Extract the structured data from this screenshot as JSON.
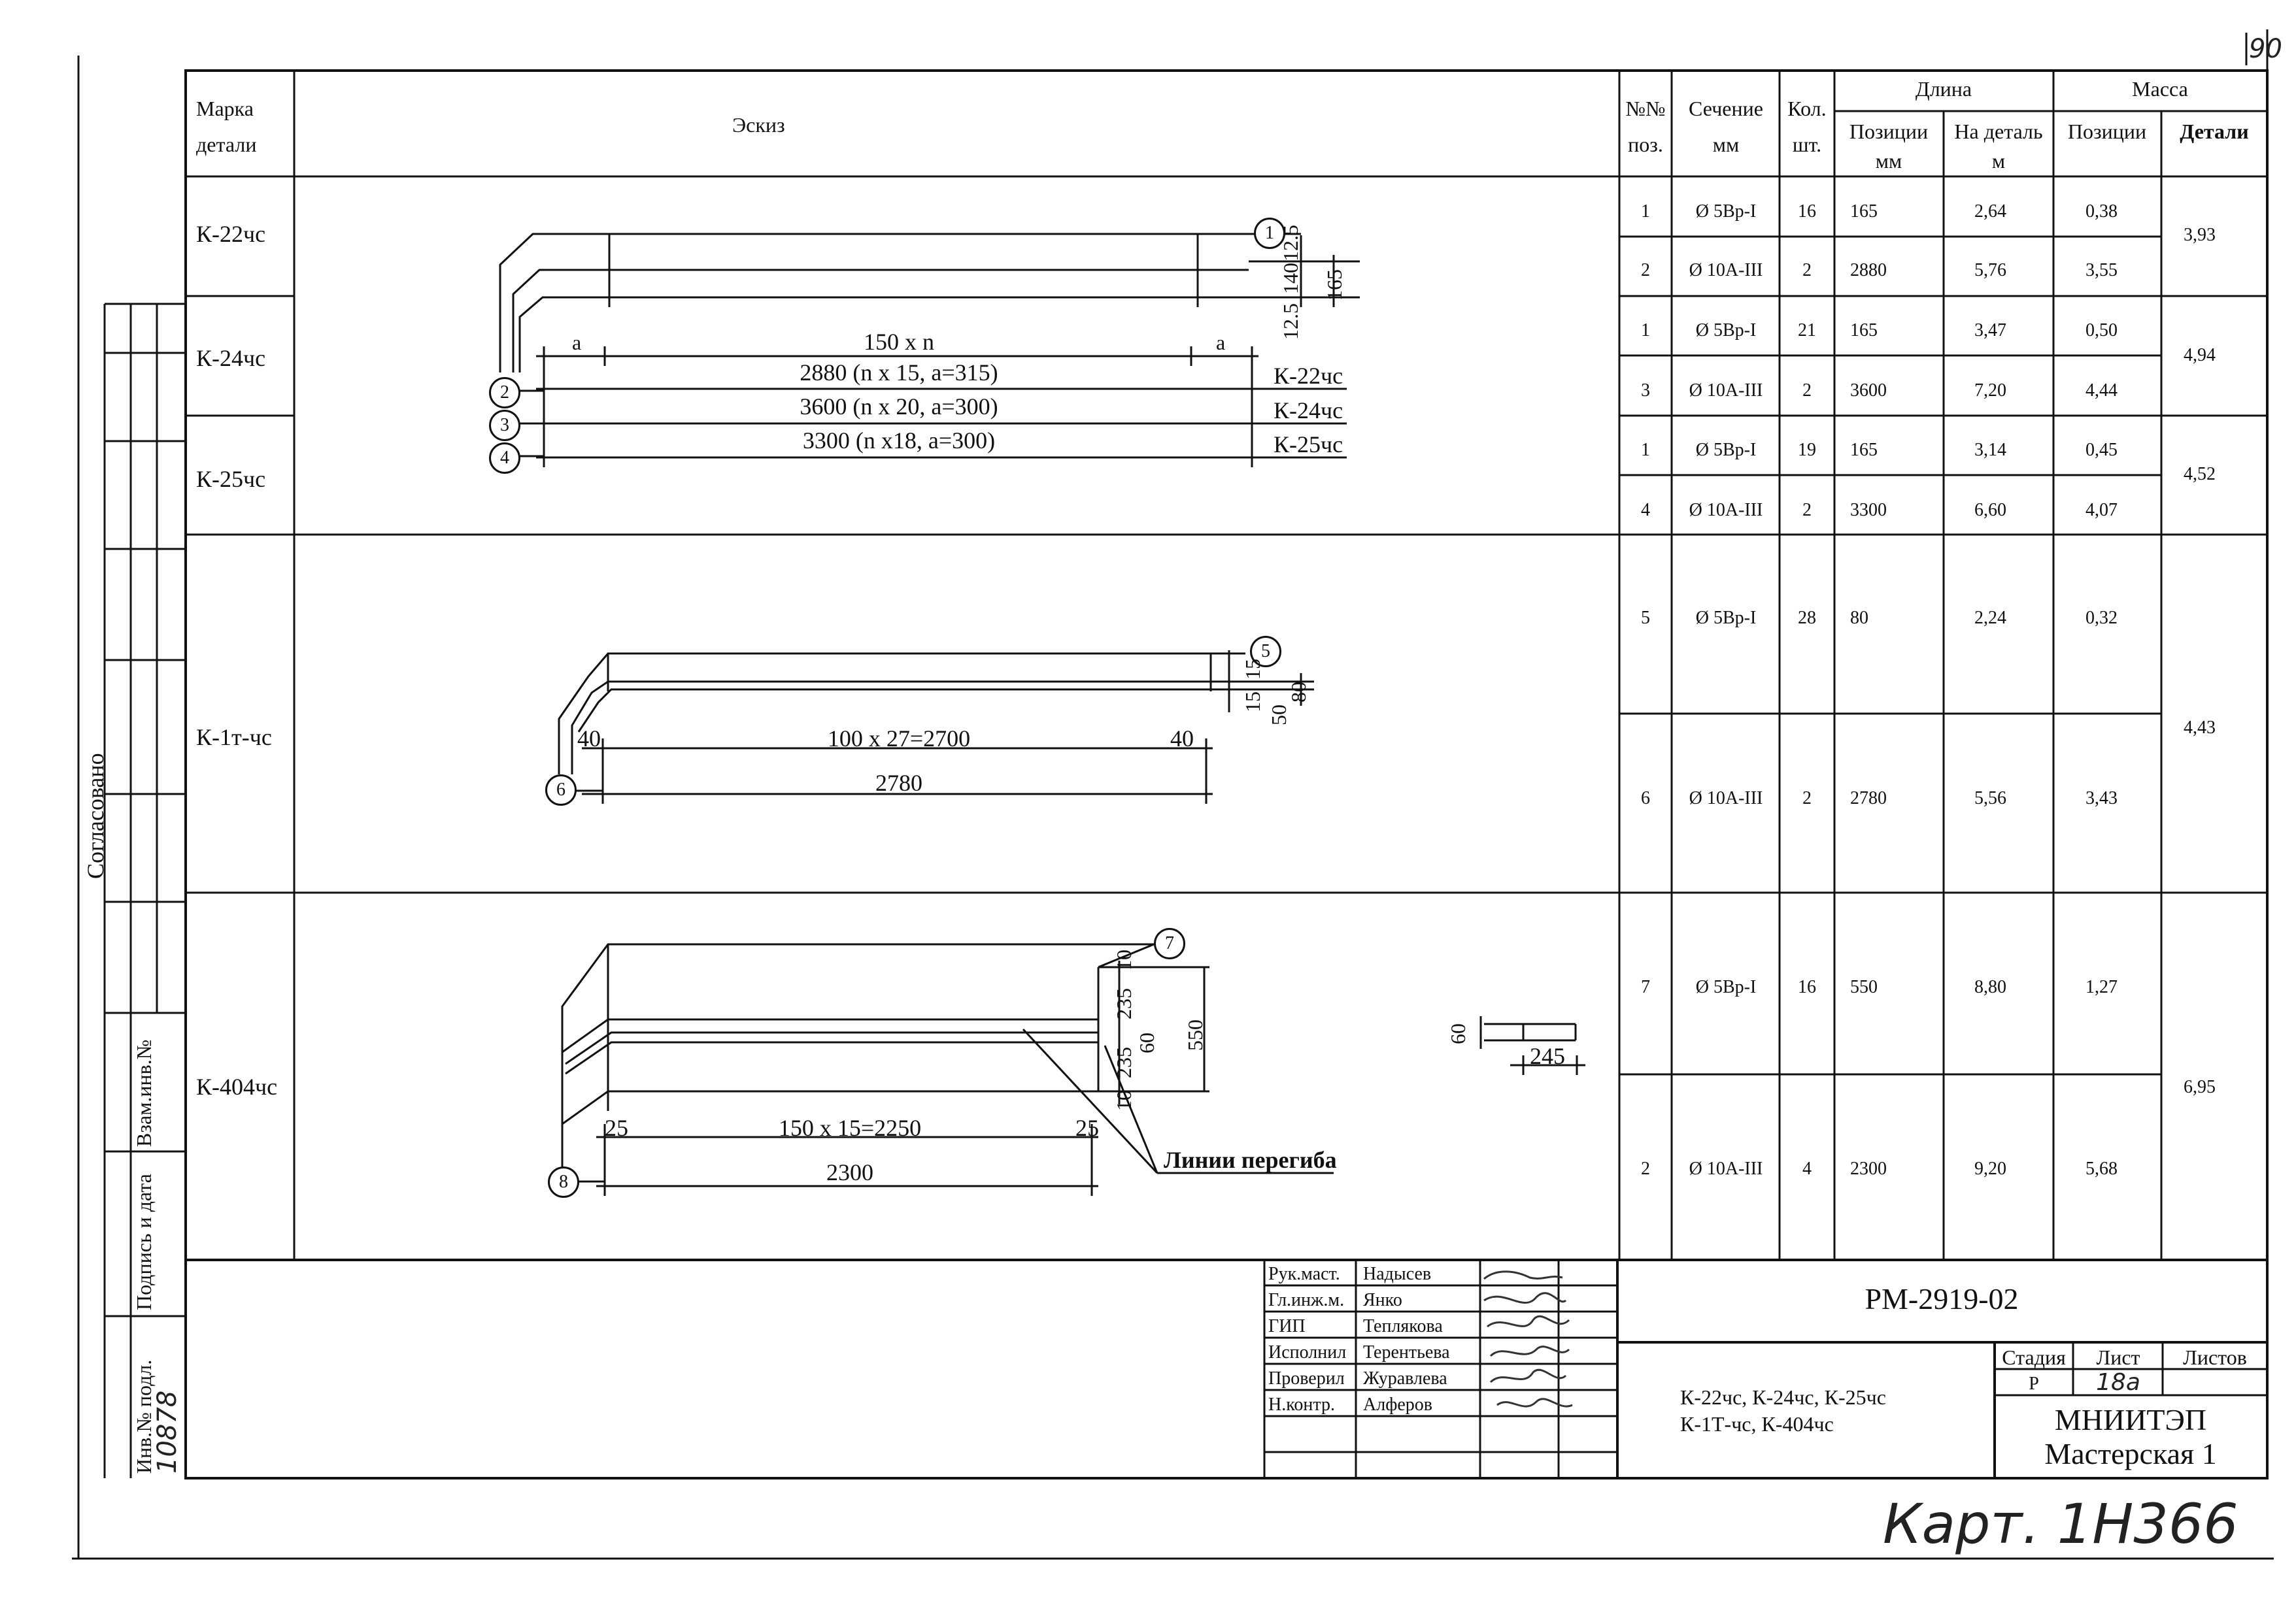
{
  "page_number": "90",
  "header": {
    "mark": "Марка",
    "mark2": "детали",
    "sketch": "Эскиз",
    "pos_no": "№№",
    "pos_no2": "поз.",
    "section": "Сечение",
    "section_unit": "мм",
    "qty": "Кол.",
    "qty_unit": "шт.",
    "length": "Длина",
    "length_pos": "Позиции",
    "length_pos_unit": "мм",
    "length_det": "На деталь",
    "length_det_unit": "м",
    "mass": "Масса",
    "mass_pos": "Позиции",
    "mass_det": "Детали"
  },
  "rows": [
    {
      "pos": "1",
      "section": "Ø 5Вр-I",
      "qty": "16",
      "len_pos": "165",
      "len_det": "2,64",
      "mass_pos": "0,38"
    },
    {
      "pos": "2",
      "section": "Ø 10А-III",
      "qty": "2",
      "len_pos": "2880",
      "len_det": "5,76",
      "mass_pos": "3,55"
    },
    {
      "pos": "1",
      "section": "Ø 5Вр-I",
      "qty": "21",
      "len_pos": "165",
      "len_det": "3,47",
      "mass_pos": "0,50"
    },
    {
      "pos": "3",
      "section": "Ø 10А-III",
      "qty": "2",
      "len_pos": "3600",
      "len_det": "7,20",
      "mass_pos": "4,44"
    },
    {
      "pos": "1",
      "section": "Ø 5Вр-I",
      "qty": "19",
      "len_pos": "165",
      "len_det": "3,14",
      "mass_pos": "0,45"
    },
    {
      "pos": "4",
      "section": "Ø 10А-III",
      "qty": "2",
      "len_pos": "3300",
      "len_det": "6,60",
      "mass_pos": "4,07"
    },
    {
      "pos": "5",
      "section": "Ø 5Вр-I",
      "qty": "28",
      "len_pos": "80",
      "len_det": "2,24",
      "mass_pos": "0,32"
    },
    {
      "pos": "6",
      "section": "Ø 10А-III",
      "qty": "2",
      "len_pos": "2780",
      "len_det": "5,56",
      "mass_pos": "3,43"
    },
    {
      "pos": "7",
      "section": "Ø 5Вр-I",
      "qty": "16",
      "len_pos": "550",
      "len_det": "8,80",
      "mass_pos": "1,27"
    },
    {
      "pos": "2",
      "section": "Ø 10А-III",
      "qty": "4",
      "len_pos": "2300",
      "len_det": "9,20",
      "mass_pos": "5,68"
    }
  ],
  "marks": [
    "К-22чс",
    "К-24чс",
    "К-25чс",
    "К-1т-чс",
    "К-404чс"
  ],
  "detail_masses": [
    "3,93",
    "4,94",
    "4,52",
    "4,43",
    "6,95"
  ],
  "sketch1": {
    "a_left": "a",
    "a_right": "a",
    "span": "150 x n",
    "dim1": "2880 (n x 15, a=315)",
    "dim2": "3600 (n x 20, a=300)",
    "dim3": "3300 (n x18, a=300)",
    "lbl1": "К-22чс",
    "lbl2": "К-24чс",
    "lbl3": "К-25чс",
    "c1": "1",
    "c2": "2",
    "c3": "3",
    "c4": "4",
    "h1": "12.5",
    "h2": "140",
    "h3": "12.5",
    "h4": "165"
  },
  "sketch2": {
    "left": "40",
    "span": "100 x 27=2700",
    "right": "40",
    "total": "2780",
    "c5": "5",
    "c6": "6",
    "h1": "15",
    "h2": "50",
    "h3": "15",
    "h4": "80"
  },
  "sketch3": {
    "left": "25",
    "span": "150 x 15=2250",
    "right": "25",
    "total": "2300",
    "c7": "7",
    "c8": "8",
    "h_top": "10",
    "h1": "235",
    "h2": "60",
    "h3": "235",
    "h_bot": "10",
    "h_total": "550",
    "bend": "Линии перегиба",
    "sec_h": "60",
    "sec_w": "245"
  },
  "left_margin": {
    "agreed": "Согласовано",
    "inv_replace": "Взам.инв.№",
    "sign_date": "Подпись и дата",
    "inv_orig": "Инв.№ подл.",
    "inv_number": "10878"
  },
  "stamp": {
    "roles": [
      "Рук.маст.",
      "Гл.инж.м.",
      "ГИП",
      "Исполнил",
      "Проверил",
      "Н.контр."
    ],
    "names": [
      "Надысев",
      "Янко",
      "Теплякова",
      "Терентьева",
      "Журавлева",
      "Алферов"
    ],
    "code": "РМ-2919-02",
    "title1": "К-22чс, К-24чс, К-25чс",
    "title2": "К-1Т-чс, К-404чс",
    "stage_h": "Стадия",
    "sheet_h": "Лист",
    "sheets_h": "Листов",
    "stage": "Р",
    "sheet": "18а",
    "org1": "МНИИТЭП",
    "org2": "Мастерская 1"
  },
  "footer_note": "Карт. 1Н366"
}
